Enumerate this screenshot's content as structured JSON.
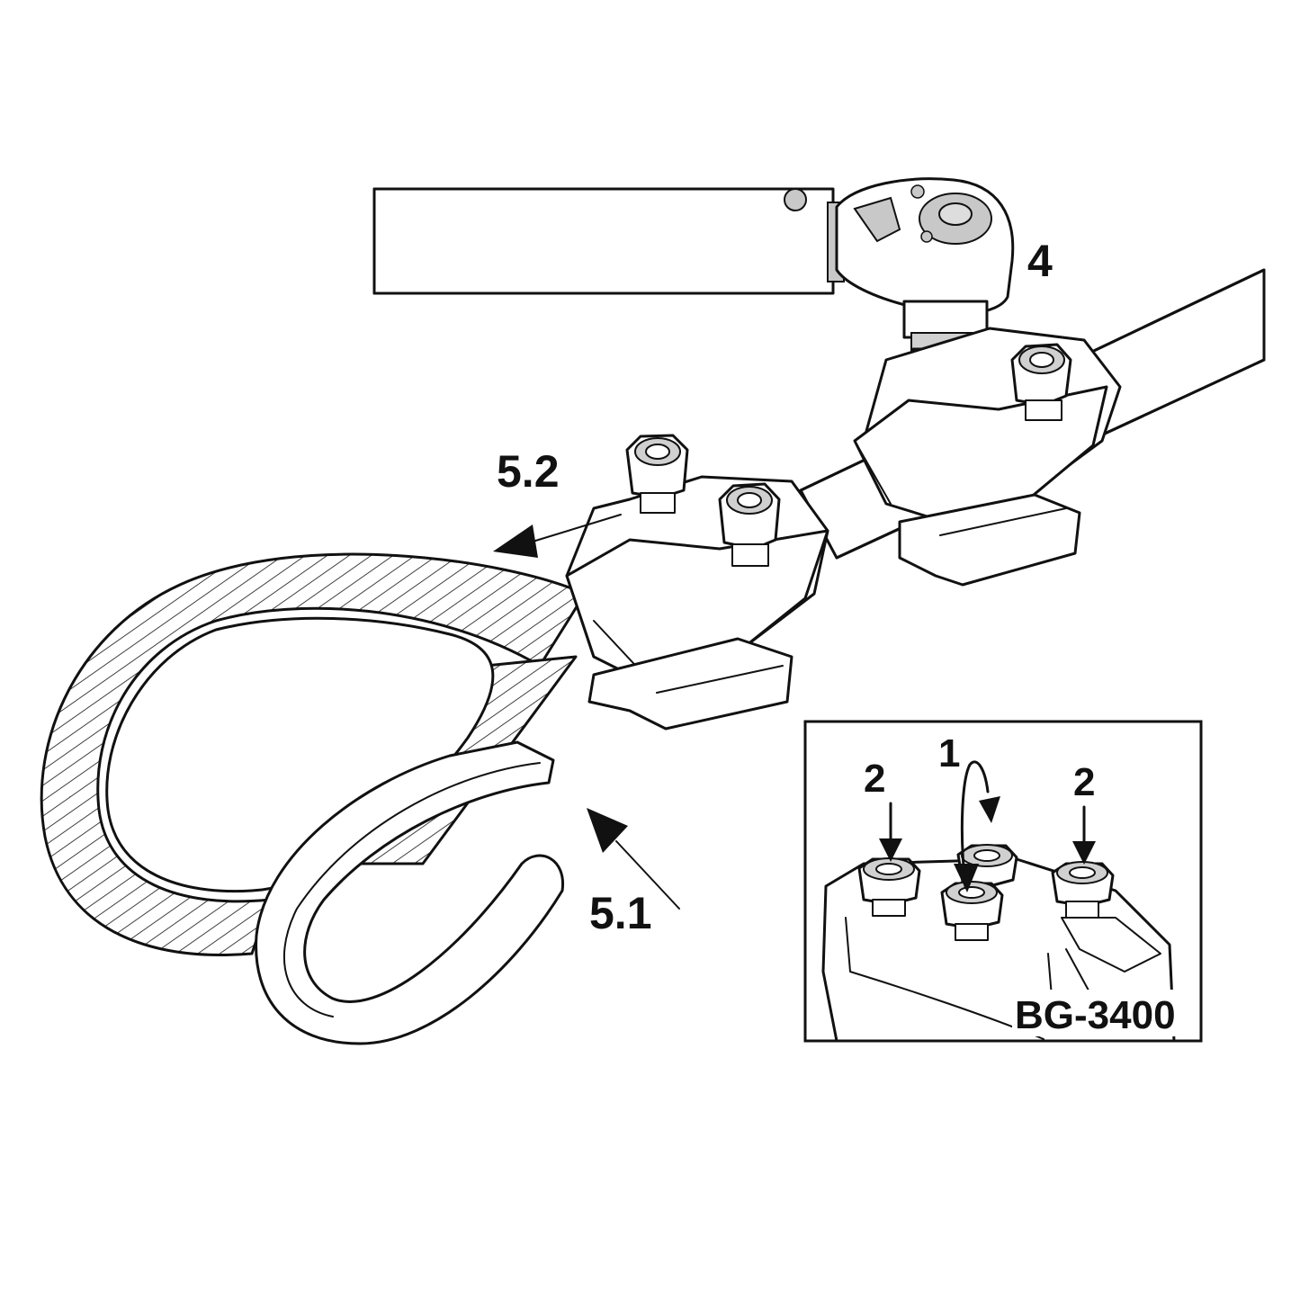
{
  "callouts": {
    "wrench": "4",
    "clamp_direction": "5.2",
    "thimble_direction": "5.1"
  },
  "inset": {
    "label_center": "1",
    "label_left": "2",
    "label_right": "2",
    "part_number": "BG-3400"
  },
  "colors": {
    "line": "#111111",
    "background": "#ffffff",
    "shade": "#c8c8c8"
  }
}
